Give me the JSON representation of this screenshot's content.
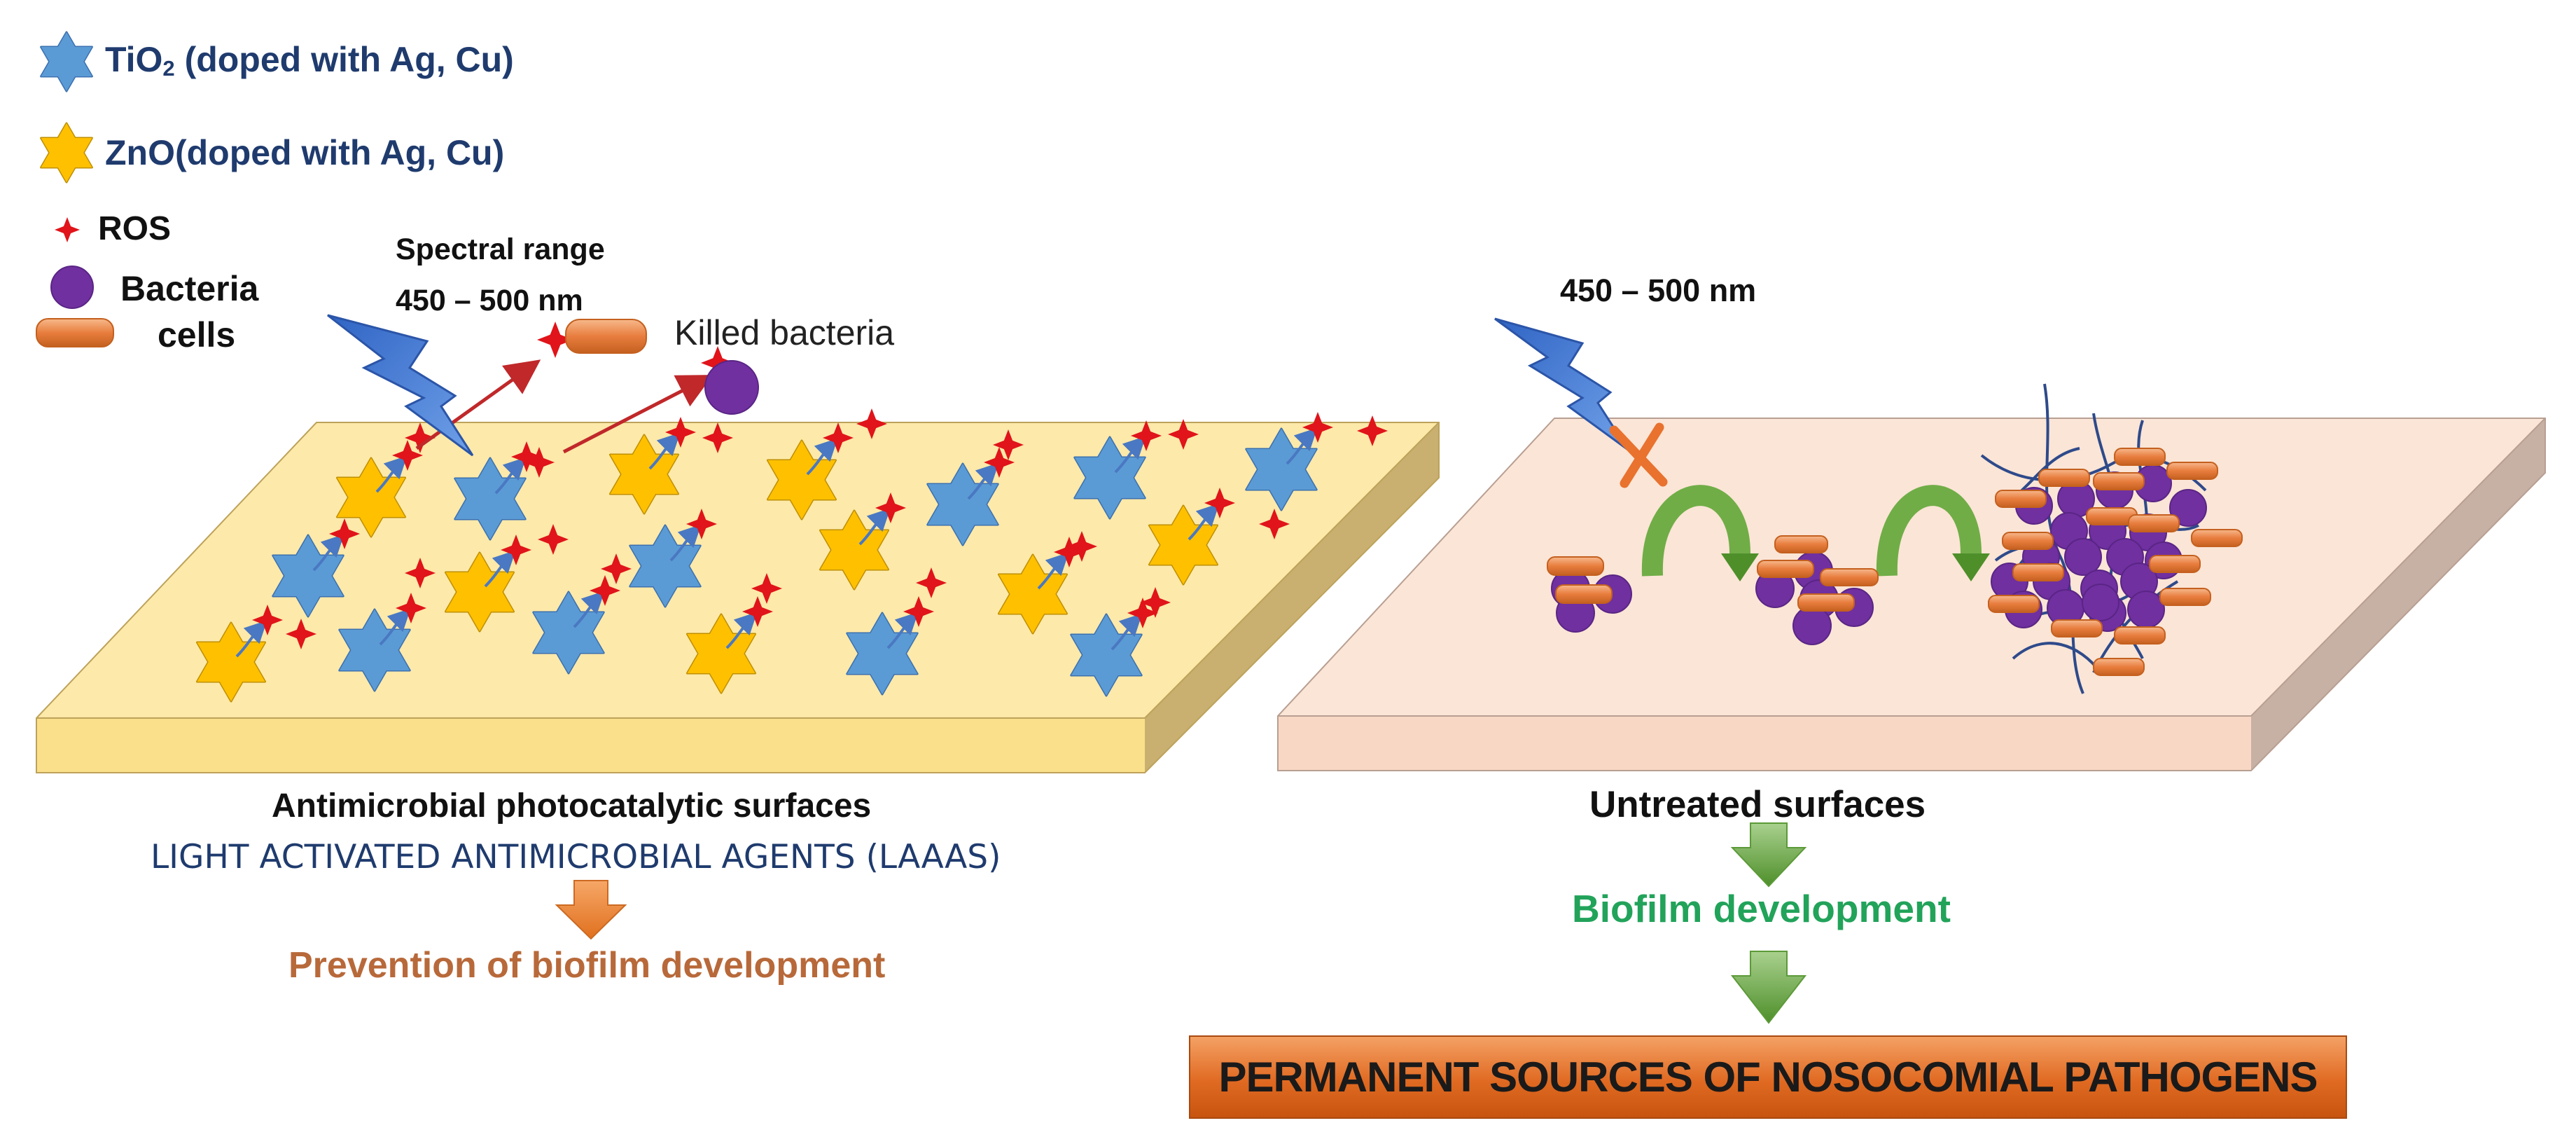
{
  "legend": {
    "tio2_prefix": "TiO",
    "tio2_sub": "2",
    "tio2_suffix": " (doped with Ag, Cu)",
    "zno": "ZnO(doped with Ag, Cu)",
    "ros": "ROS",
    "bacteria_line1": "Bacteria",
    "bacteria_line2": "cells"
  },
  "left_panel": {
    "spectral_label": "Spectral range",
    "spectral_range": "450 – 500 nm",
    "killed_label": "Killed bacteria",
    "caption": "Antimicrobial photocatalytic surfaces",
    "subcaption": "LIGHT ACTIVATED ANTIMICROBIAL AGENTS (LAAAS)",
    "outcome": "Prevention of biofilm development"
  },
  "right_panel": {
    "light_range": "450 – 500 nm",
    "caption": "Untreated surfaces",
    "outcome": "Biofilm development",
    "banner": "PERMANENT SOURCES OF NOSOCOMIAL PATHOGENS"
  },
  "colors": {
    "tio2_star": "#5b9bd5",
    "zno_star": "#ffc000",
    "ros": "#e0141a",
    "bacteria_cocci": "#7030a0",
    "bacteria_rod": "#e87d3e",
    "left_surface": "#fde9a9",
    "right_surface": "#fbe5d6",
    "green_arrow": "#70ad47",
    "banner": "#e06a22"
  },
  "icons": [
    "tio2-star-icon",
    "zno-star-icon",
    "ros-sparkle-icon",
    "coccus-icon",
    "rod-bacteria-icon",
    "lightning-icon",
    "blocked-cross-icon",
    "down-arrow-icon",
    "curved-arrow-icon"
  ]
}
